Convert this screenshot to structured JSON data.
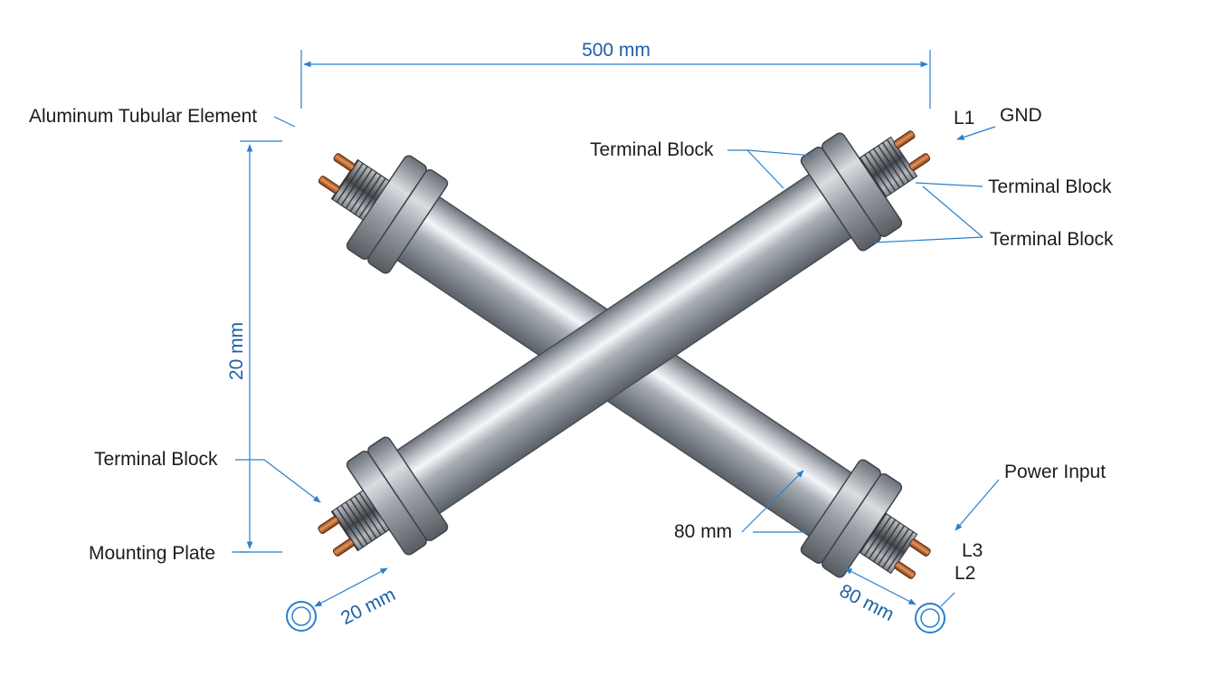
{
  "labels": {
    "aluminum_tubular_element": "Aluminum Tubular Element",
    "terminal_block_top_center": "Terminal Block",
    "terminal_block_right_1": "Terminal Block",
    "terminal_block_right_2": "Terminal Block",
    "terminal_block_left": "Terminal Block",
    "mounting_plate": "Mounting Plate",
    "gnd": "GND",
    "l1": "L1",
    "l2": "L2",
    "l3": "L3",
    "power_input": "Power Input"
  },
  "dimensions": {
    "overall_length": "500 mm",
    "vertical_height": "20 mm",
    "bottom_left_spacing": "20 mm",
    "bottom_right_spacing": "80 mm",
    "center_80": "80 mm"
  },
  "colors": {
    "dimension_blue": "#1f5fa6",
    "leader_blue": "#2a7fcc",
    "tube_steel": "#9a9fa6",
    "copper": "#c8703a"
  }
}
